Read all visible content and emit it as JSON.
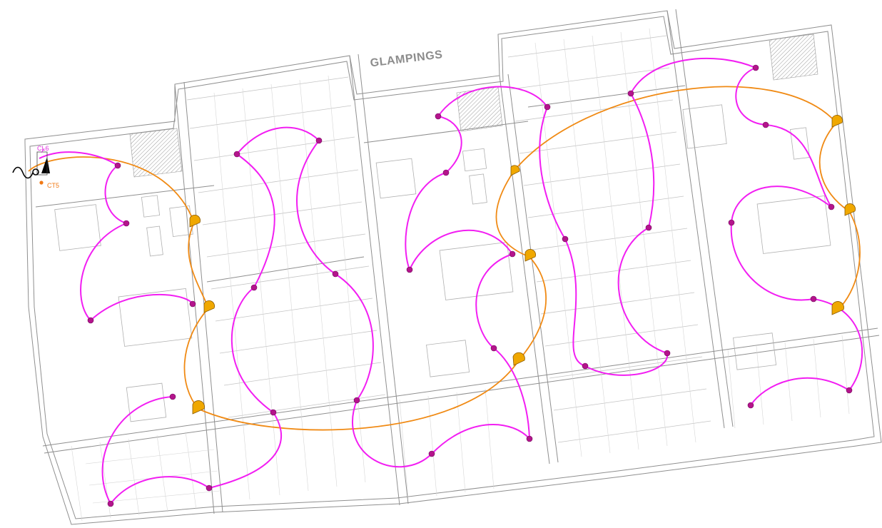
{
  "title": "GLAMPINGS",
  "labels": {
    "circuit_lighting": "CL6",
    "circuit_power": "CT5"
  },
  "colors": {
    "lighting_circuit": "#f21ef2",
    "power_circuit": "#f08a14",
    "lighting_point": "#b4148c",
    "power_outlet": "#f0a800",
    "plan_lines": "#8f8f8f"
  },
  "legend_icons": [
    "panel-symbol-icon",
    "supply-wave-icon"
  ]
}
